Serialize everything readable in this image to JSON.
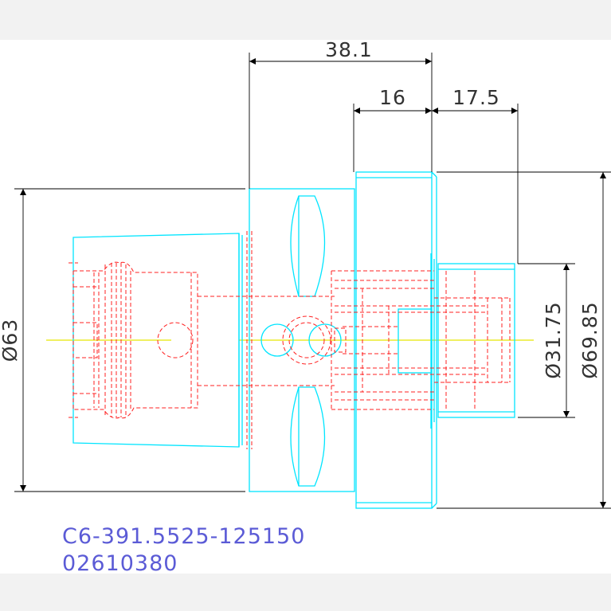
{
  "drawing": {
    "part_number": "C6-391.5525-125150",
    "order_number": "02610380",
    "colors": {
      "outline": "#00e5ff",
      "hidden": "#ff2020",
      "centerline": "#e6e600",
      "dimension": "#000000",
      "label": "#5b5bd6"
    },
    "dimensions": {
      "overall_length": "38.1",
      "flange_width": "16",
      "shank_length": "17.5",
      "taper_diameter": "Ø63",
      "shank_diameter": "Ø31.75",
      "flange_diameter": "Ø69.85"
    }
  }
}
